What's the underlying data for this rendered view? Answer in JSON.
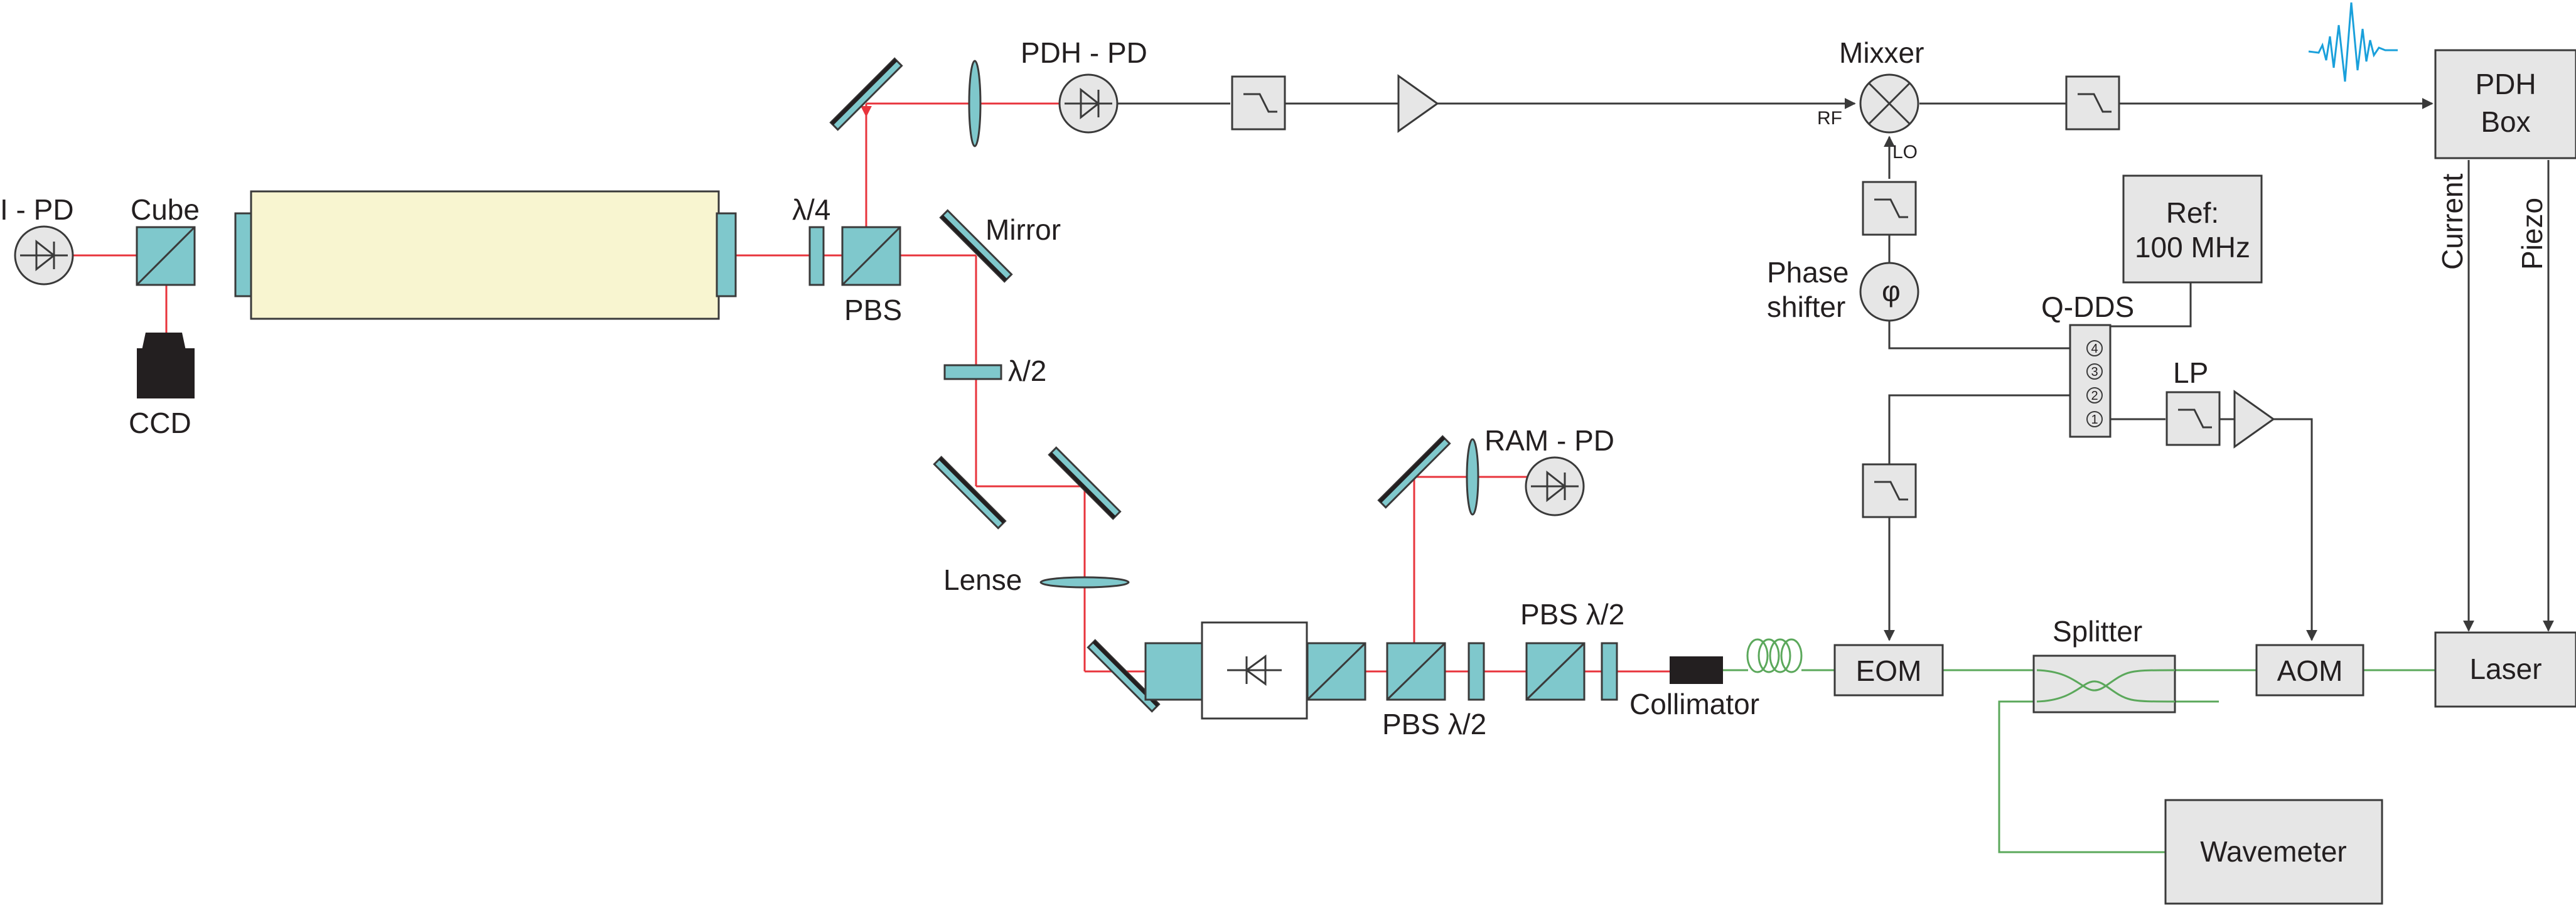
{
  "colors": {
    "beam": "#e8343c",
    "fiber": "#5ba85b",
    "optic": "#7fc8cc",
    "cavity": "#f8f5d0",
    "box": "#e6e6e6",
    "error_signal": "#1aa0db"
  },
  "labels": {
    "i_pd": "I - PD",
    "cube": "Cube",
    "ccd": "CCD",
    "quarter_wave": "λ/4",
    "pbs_top": "PBS",
    "mirror": "Mirror",
    "half_wave": "λ/2",
    "lense": "Lense",
    "pdh_pd": "PDH - PD",
    "mixxer": "Mixxer",
    "rf": "RF",
    "lo": "LO",
    "phase_shifter_1": "Phase",
    "phase_shifter_2": "shifter",
    "phi": "φ",
    "qdds": "Q-DDS",
    "lp": "LP",
    "ram_pd": "RAM - PD",
    "pbs_half_upper": "PBS λ/2",
    "pbs_half_lower": "PBS λ/2",
    "collimator": "Collimator",
    "splitter": "Splitter",
    "current": "Current",
    "piezo": "Piezo"
  },
  "boxes": {
    "pdh_box_line1": "PDH",
    "pdh_box_line2": "Box",
    "ref_line1": "Ref:",
    "ref_line2": "100 MHz",
    "eom": "EOM",
    "aom": "AOM",
    "laser": "Laser",
    "wavemeter": "Wavemeter"
  },
  "qdds_ports": [
    "4",
    "3",
    "2",
    "1"
  ],
  "icons": {
    "photodiode": "photodiode-icon",
    "filter": "low-pass-filter-icon",
    "amplifier": "amplifier-triangle-icon",
    "mixer": "mixer-cross-icon",
    "isolator": "optical-isolator-diode-icon",
    "error_signal": "error-signal-waveform-icon"
  }
}
